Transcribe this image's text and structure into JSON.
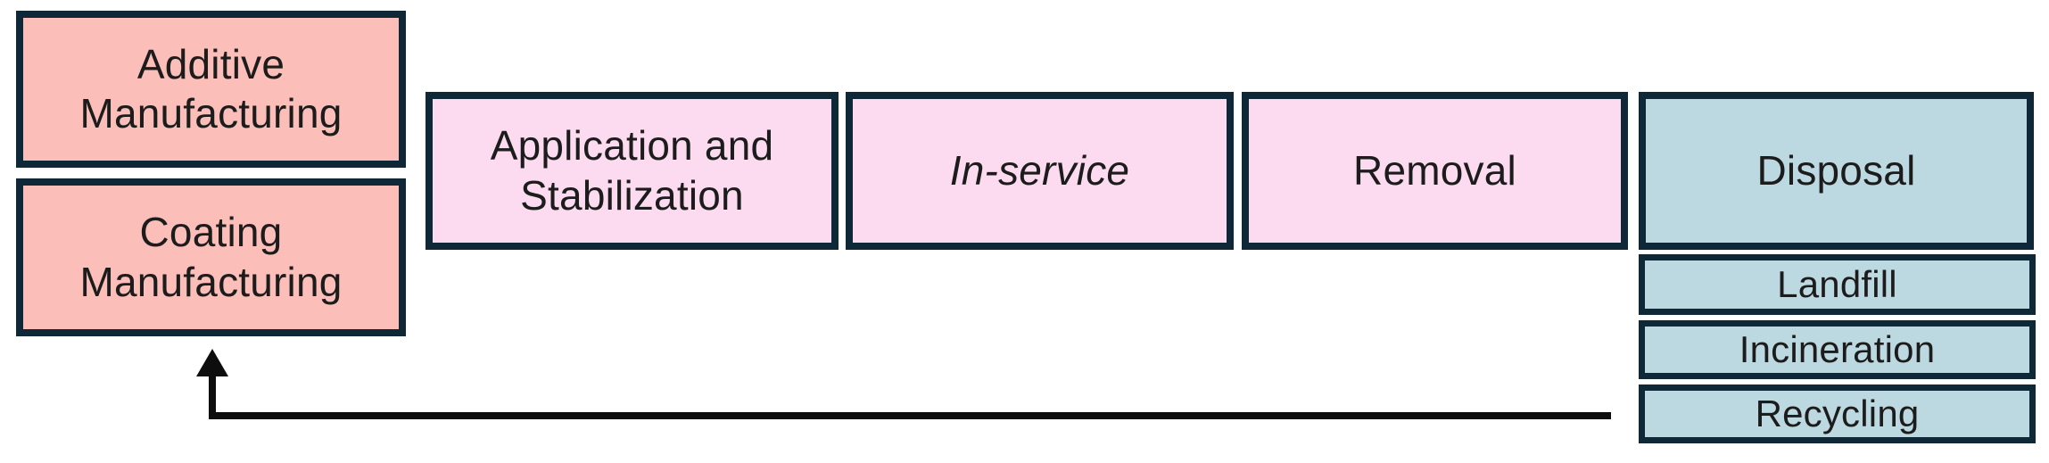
{
  "diagram": {
    "background_color": "#ffffff",
    "colors": {
      "manufacturing_fill": "#fbbeb9",
      "lifecycle_fill": "#fcdaf0",
      "disposal_fill": "#bcd8e0",
      "box_border": "#0f2838",
      "text": "#1c1c1c",
      "arrow": "#0d0d0d"
    },
    "manufacturing_stages": {
      "additive": {
        "label": "Additive Manufacturing"
      },
      "coating": {
        "label": "Coating Manufacturing"
      }
    },
    "lifecycle_stages": {
      "application": {
        "label": "Application and Stabilization"
      },
      "in_service": {
        "label": "In-service"
      },
      "removal": {
        "label": "Removal"
      },
      "disposal": {
        "label": "Disposal"
      }
    },
    "disposal_options": {
      "landfill": {
        "label": "Landfill"
      },
      "incineration": {
        "label": "Incineration"
      },
      "recycling": {
        "label": "Recycling"
      }
    }
  }
}
